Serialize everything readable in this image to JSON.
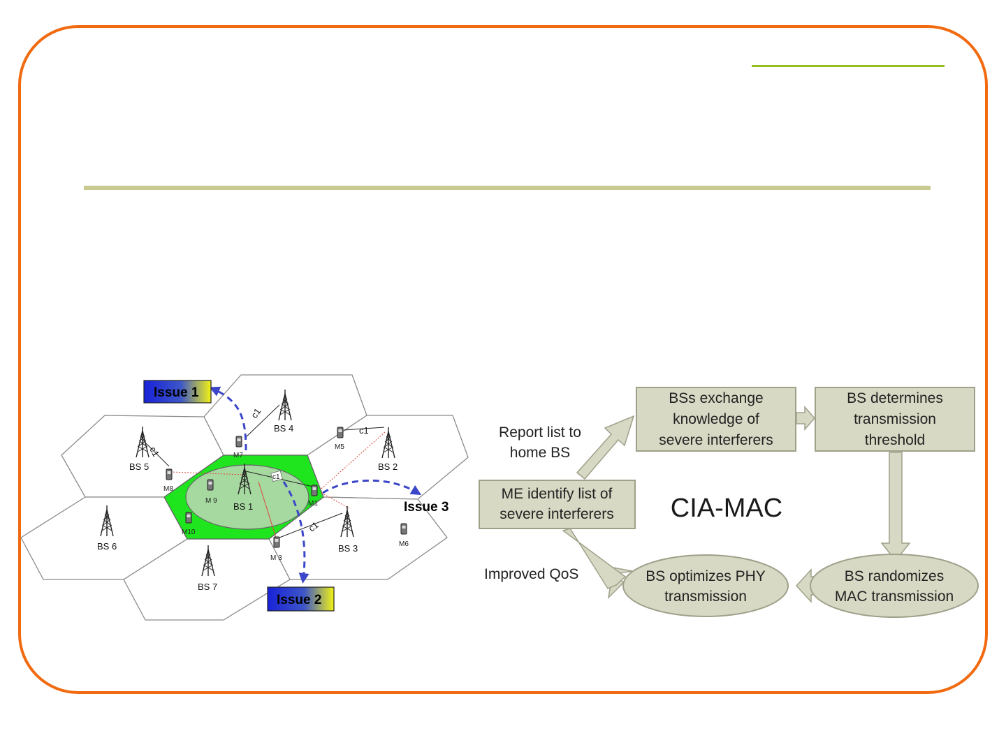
{
  "network": {
    "base_stations": [
      {
        "id": "bs1",
        "label": "BS 1"
      },
      {
        "id": "bs2",
        "label": "BS 2"
      },
      {
        "id": "bs3",
        "label": "BS 3"
      },
      {
        "id": "bs4",
        "label": "BS 4"
      },
      {
        "id": "bs5",
        "label": "BS 5"
      },
      {
        "id": "bs6",
        "label": "BS 6"
      },
      {
        "id": "bs7",
        "label": "BS 7"
      }
    ],
    "mobiles": [
      {
        "id": "m1",
        "label": "M1"
      },
      {
        "id": "m3",
        "label": "M 3"
      },
      {
        "id": "m5",
        "label": "M5"
      },
      {
        "id": "m6",
        "label": "M6"
      },
      {
        "id": "m7",
        "label": "M7"
      },
      {
        "id": "m8",
        "label": "M8"
      },
      {
        "id": "m9",
        "label": "M 9"
      },
      {
        "id": "m10",
        "label": "M10"
      }
    ],
    "channel_label": "c1",
    "issues": [
      {
        "id": "issue1",
        "label": "Issue 1"
      },
      {
        "id": "issue2",
        "label": "Issue 2"
      },
      {
        "id": "issue3",
        "label": "Issue 3"
      }
    ],
    "colors": {
      "home_cell": "#1ee51e",
      "coverage": "#a6d9a0",
      "arrow": "#3b46c8",
      "interference": "#d9483b"
    }
  },
  "flow": {
    "title": "CIA-MAC",
    "steps": {
      "identify": [
        "ME identify list of",
        "severe interferers"
      ],
      "exchange": [
        "BSs exchange",
        "knowledge of",
        "severe interferers"
      ],
      "threshold": [
        "BS determines",
        "transmission",
        "threshold"
      ],
      "randomize": [
        "BS randomizes",
        "MAC transmission"
      ],
      "optimize": [
        "BS optimizes PHY",
        "transmission"
      ]
    },
    "edge_labels": {
      "report": [
        "Report list to",
        "home BS"
      ],
      "qos": "Improved QoS"
    },
    "colors": {
      "box_fill": "#d8d9c4",
      "box_border": "#9fa08a"
    }
  }
}
